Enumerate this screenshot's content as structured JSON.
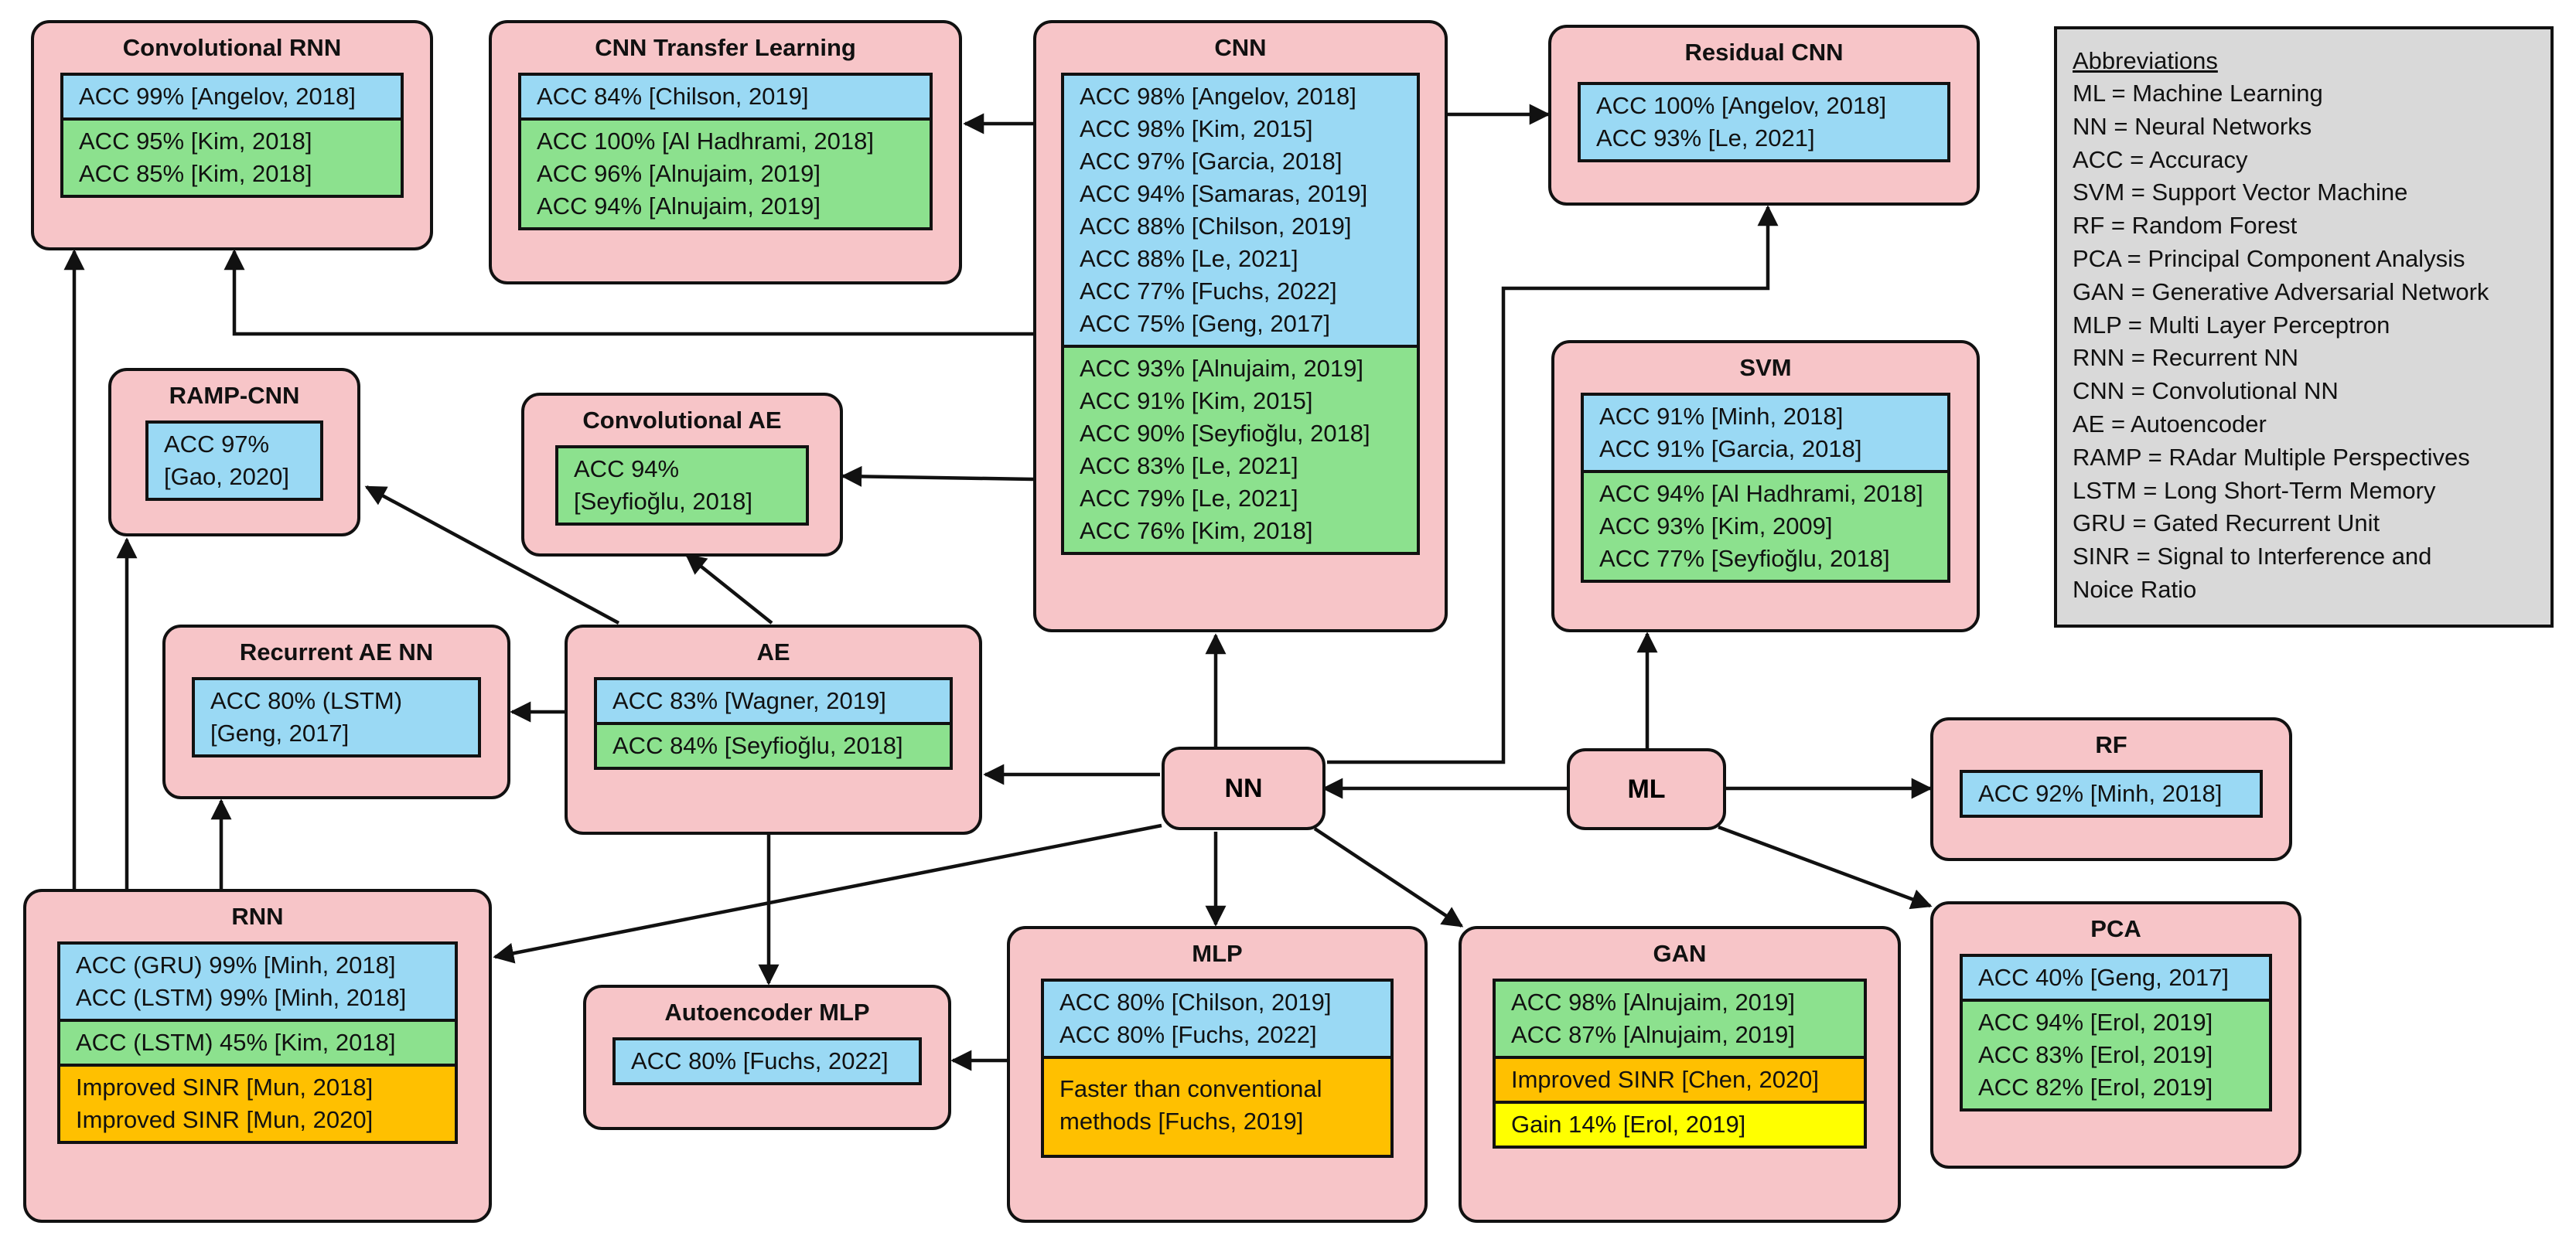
{
  "nodes": {
    "convrnn": {
      "title": "Convolutional RNN",
      "panels": [
        {
          "color": "blue",
          "lines": [
            "ACC 99% [Angelov, 2018]"
          ]
        },
        {
          "color": "green",
          "lines": [
            "ACC 95% [Kim, 2018]",
            "ACC 85% [Kim, 2018]"
          ]
        }
      ]
    },
    "cnntl": {
      "title": "CNN Transfer Learning",
      "panels": [
        {
          "color": "blue",
          "lines": [
            "ACC 84% [Chilson, 2019]"
          ]
        },
        {
          "color": "green",
          "lines": [
            "ACC 100% [Al Hadhrami, 2018]",
            "ACC 96% [Alnujaim, 2019]",
            "ACC 94% [Alnujaim, 2019]"
          ]
        }
      ]
    },
    "cnn": {
      "title": "CNN",
      "panels": [
        {
          "color": "blue",
          "lines": [
            "ACC 98% [Angelov, 2018]",
            "ACC 98% [Kim, 2015]",
            "ACC 97% [Garcia, 2018]",
            "ACC 94% [Samaras, 2019]",
            "ACC 88% [Chilson, 2019]",
            "ACC 88% [Le, 2021]",
            "ACC 77% [Fuchs, 2022]",
            "ACC 75% [Geng, 2017]"
          ]
        },
        {
          "color": "green",
          "lines": [
            "ACC 93% [Alnujaim, 2019]",
            "ACC 91% [Kim, 2015]",
            "ACC 90% [Seyfioğlu, 2018]",
            "ACC 83% [Le, 2021]",
            "ACC 79% [Le, 2021]",
            "ACC 76% [Kim, 2018]"
          ]
        }
      ]
    },
    "rescnn": {
      "title": "Residual CNN",
      "panels": [
        {
          "color": "blue",
          "lines": [
            "ACC 100% [Angelov, 2018]",
            "ACC 93% [Le, 2021]"
          ]
        }
      ]
    },
    "rampcnn": {
      "title": "RAMP-CNN",
      "panels": [
        {
          "color": "blue",
          "lines": [
            "ACC 97%",
            "[Gao, 2020]"
          ]
        }
      ]
    },
    "convae": {
      "title": "Convolutional AE",
      "panels": [
        {
          "color": "green",
          "lines": [
            "ACC 94%",
            "[Seyfioğlu, 2018]"
          ]
        }
      ]
    },
    "svm": {
      "title": "SVM",
      "panels": [
        {
          "color": "blue",
          "lines": [
            "ACC 91% [Minh, 2018]",
            "ACC 91% [Garcia, 2018]"
          ]
        },
        {
          "color": "green",
          "lines": [
            "ACC 94% [Al Hadhrami, 2018]",
            "ACC 93% [Kim, 2009]",
            "ACC 77% [Seyfioğlu, 2018]"
          ]
        }
      ]
    },
    "recae": {
      "title": "Recurrent AE NN",
      "panels": [
        {
          "color": "blue",
          "lines": [
            "ACC 80% (LSTM)",
            "[Geng, 2017]"
          ]
        }
      ]
    },
    "ae": {
      "title": "AE",
      "panels": [
        {
          "color": "blue",
          "lines": [
            "ACC 83% [Wagner, 2019]"
          ]
        },
        {
          "color": "green",
          "lines": [
            "ACC 84% [Seyfioğlu, 2018]"
          ]
        }
      ]
    },
    "rf": {
      "title": "RF",
      "panels": [
        {
          "color": "blue",
          "lines": [
            "ACC 92% [Minh, 2018]"
          ]
        }
      ]
    },
    "rnn": {
      "title": "RNN",
      "panels": [
        {
          "color": "blue",
          "lines": [
            "ACC (GRU) 99% [Minh, 2018]",
            "ACC (LSTM) 99% [Minh, 2018]"
          ]
        },
        {
          "color": "green",
          "lines": [
            "ACC (LSTM) 45% [Kim, 2018]"
          ]
        },
        {
          "color": "orange",
          "lines": [
            "Improved SINR [Mun, 2018]",
            "Improved SINR [Mun, 2020]"
          ]
        }
      ]
    },
    "aemlp": {
      "title": "Autoencoder MLP",
      "panels": [
        {
          "color": "blue",
          "lines": [
            "ACC 80% [Fuchs, 2022]"
          ]
        }
      ]
    },
    "mlp": {
      "title": "MLP",
      "panels": [
        {
          "color": "blue",
          "lines": [
            "ACC 80% [Chilson, 2019]",
            "ACC 80% [Fuchs, 2022]"
          ]
        },
        {
          "color": "orange",
          "lines": [
            "Faster than conventional",
            "methods [Fuchs, 2019]"
          ]
        }
      ]
    },
    "gan": {
      "title": "GAN",
      "panels": [
        {
          "color": "green",
          "lines": [
            "ACC 98% [Alnujaim, 2019]",
            "ACC 87% [Alnujaim, 2019]"
          ]
        },
        {
          "color": "orange",
          "lines": [
            "Improved SINR [Chen, 2020]"
          ]
        },
        {
          "color": "yellow",
          "lines": [
            "Gain 14% [Erol, 2019]"
          ]
        }
      ]
    },
    "pca": {
      "title": "PCA",
      "panels": [
        {
          "color": "blue",
          "lines": [
            "ACC 40% [Geng, 2017]"
          ]
        },
        {
          "color": "green",
          "lines": [
            "ACC 94% [Erol, 2019]",
            "ACC 83% [Erol, 2019]",
            "ACC 82% [Erol, 2019]"
          ]
        }
      ]
    }
  },
  "nn_label": "NN",
  "ml_label": "ML",
  "abbreviations": {
    "heading": "Abbreviations",
    "lines": [
      "ML = Machine Learning",
      "NN = Neural Networks",
      "ACC = Accuracy",
      "SVM = Support Vector Machine",
      "RF = Random Forest",
      "PCA = Principal Component Analysis",
      "GAN = Generative Adversarial Network",
      "MLP = Multi Layer Perceptron",
      "RNN = Recurrent NN",
      "CNN = Convolutional NN",
      "AE = Autoencoder",
      "RAMP = RAdar Multiple Perspectives",
      "LSTM = Long Short-Term Memory",
      "GRU = Gated Recurrent Unit",
      "SINR = Signal to Interference and",
      "Noice Ratio"
    ]
  }
}
